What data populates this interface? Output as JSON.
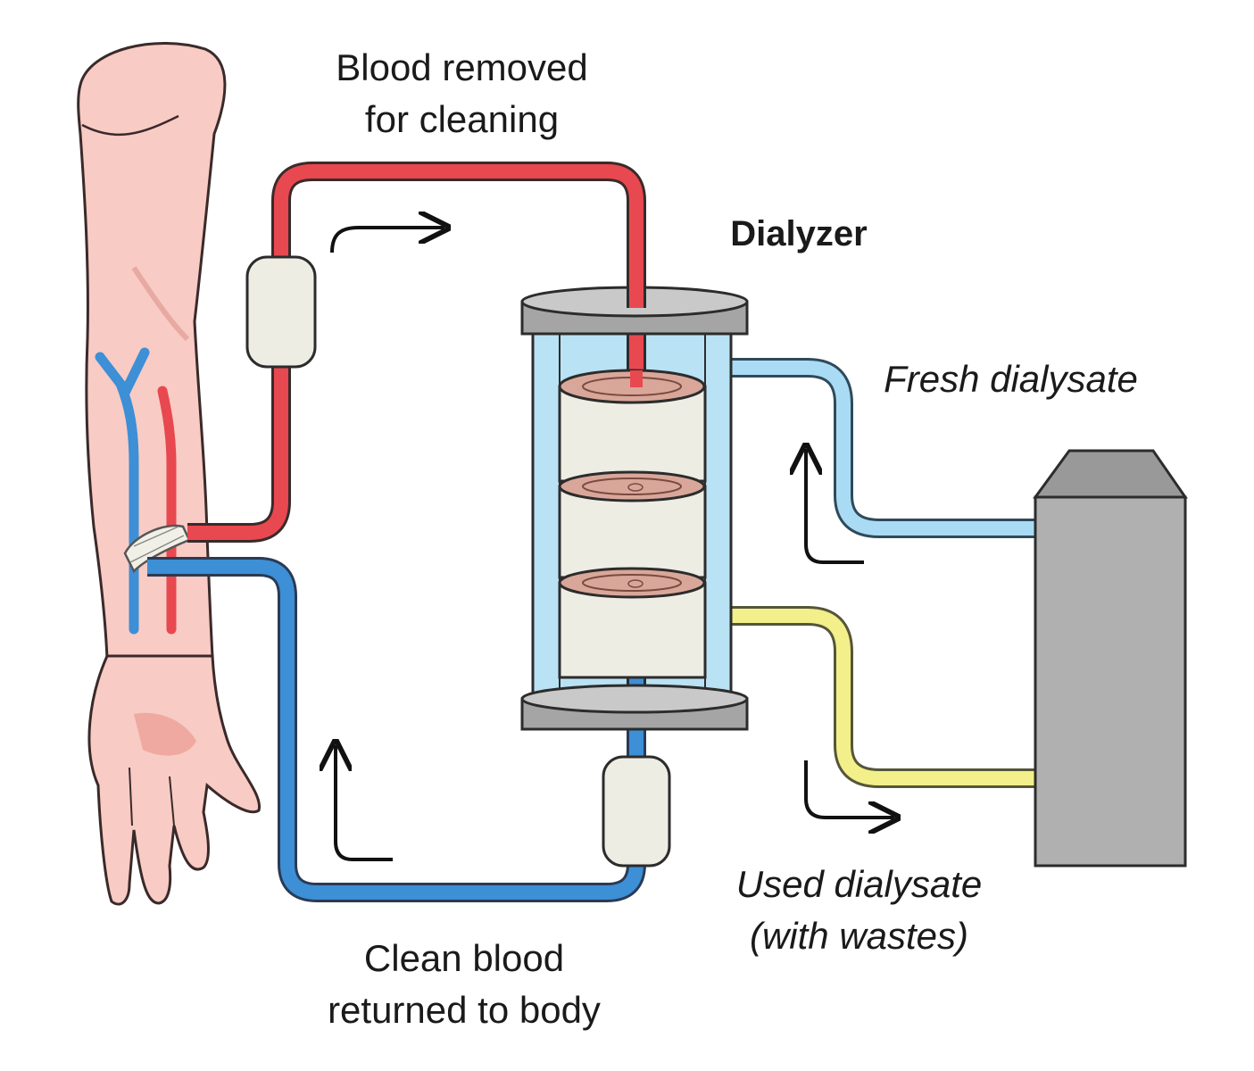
{
  "labels": {
    "blood_removed": {
      "line1": "Blood removed",
      "line2": "for cleaning"
    },
    "dialyzer": "Dialyzer",
    "fresh_dialysate": "Fresh dialysate",
    "used_dialysate": {
      "line1": "Used dialysate",
      "line2": "(with wastes)"
    },
    "clean_blood": {
      "line1": "Clean blood",
      "line2": "returned to body"
    }
  },
  "colors": {
    "blood_out_tube": "#e8484f",
    "blood_return_tube": "#3d8fd6",
    "fresh_dialysate_tube": "#a9dcf4",
    "used_dialysate_tube": "#f3ef8a",
    "skin": "#f8cbc4",
    "machine": "#b0b0b0",
    "dialyzer_cap": "#a5a5a5",
    "dialyzer_fluid": "#b9e2f4"
  }
}
